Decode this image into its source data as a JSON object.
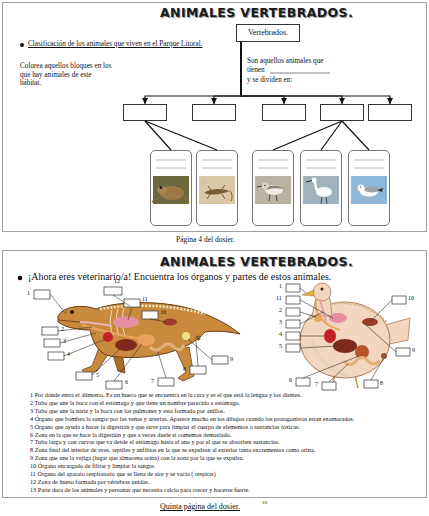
{
  "diagram": {
    "title": "ANIMALES VERTEBRADOS.",
    "caption": "Página 4 del dosier.",
    "nodes": [
      {
        "text": [
          "Vertebrados."
        ]
      },
      {
        "text": []
      },
      {
        "text": []
      },
      {
        "text": []
      },
      {
        "text": []
      },
      {
        "text": []
      },
      {
        "text": []
      },
      {
        "text": []
      },
      {
        "text": []
      },
      {
        "text": []
      },
      {
        "text": []
      }
    ],
    "edges": [
      {
        "from": 0,
        "to": 1,
        "arrow": "to"
      },
      {
        "from": 0,
        "to": 2,
        "arrow": "to"
      },
      {
        "from": 0,
        "to": 3,
        "arrow": "to"
      },
      {
        "from": 0,
        "to": 4,
        "arrow": "to"
      },
      {
        "from": 0,
        "to": 5,
        "arrow": "to"
      },
      {
        "from": 1,
        "to": 6,
        "arrow": "none"
      },
      {
        "from": 1,
        "to": 7,
        "arrow": "none"
      },
      {
        "from": 4,
        "to": 8,
        "arrow": "none"
      },
      {
        "from": 4,
        "to": 9,
        "arrow": "none"
      },
      {
        "from": 4,
        "to": 10,
        "arrow": "none"
      }
    ],
    "labels": [
      "Clasificación de los animales que viven en el Parque Litoral.",
      "Colorea aquellos bloques en los que hay animales de este hábitat.",
      "Son aquellos animales que tienen",
      "y se dividen en:",
      "ANIMALES VERTEBRADOS.",
      "¡Ahora eres veterinario/a! Encuentra los órganos y partes de estos animales.",
      "1",
      "12",
      "11",
      "10",
      "2",
      "3",
      "4",
      "5",
      "6",
      "7",
      "8",
      "9",
      "1",
      "11",
      "2",
      "3",
      "4",
      "5",
      "6",
      "7",
      "8",
      "9",
      "10",
      "1 Por dónde entra el alimento. Es un hueco que se encuentra en la cara y es el que está la lengua y los dientes.",
      "2 Tubo que une la boca con el estómago y que tiene un nombre parecido a estómago.",
      "3 Tubo que une la nariz y la boca con los pulmones y esta formado por anillos.",
      "4 Órgano que bombea la sangre por las venas y arterias. Aparece mucho en los dibujos cuando los protagonistas estan enamorados.",
      "5 Órgano que ayuda a hacer la digestión y que sirve para limpiar el cuerpo de elementos o sustancias tóxicas.",
      "6 Zona en la que se hace la digestión y que a veces duele si comemos demasiado.",
      "7 Tubo largo y con curvas que va desde el estómago hasta el ano y por el que se absorben sustancias.",
      "8 Zona final del interior de aves, reptiles y anfibios en la que se expulsan al exterior tanto excrementos como orina.",
      "9 Zona que une la vejiga (lugar que almacena orina) con la zona por la que se expulsa.",
      "10 Órgano encargado de filtrar y limpiar la sangre.",
      "11 Órgano del aparato respiratorio que se llena de aire y se vacía ( respirar)",
      "12 Zona de hueso formada por vértebras unidas.",
      "13 Parte dura de los animales y personas que necesita calcio para crecer y hacerse fuerte.",
      "Quinta página del dosier.",
      "10"
    ]
  }
}
